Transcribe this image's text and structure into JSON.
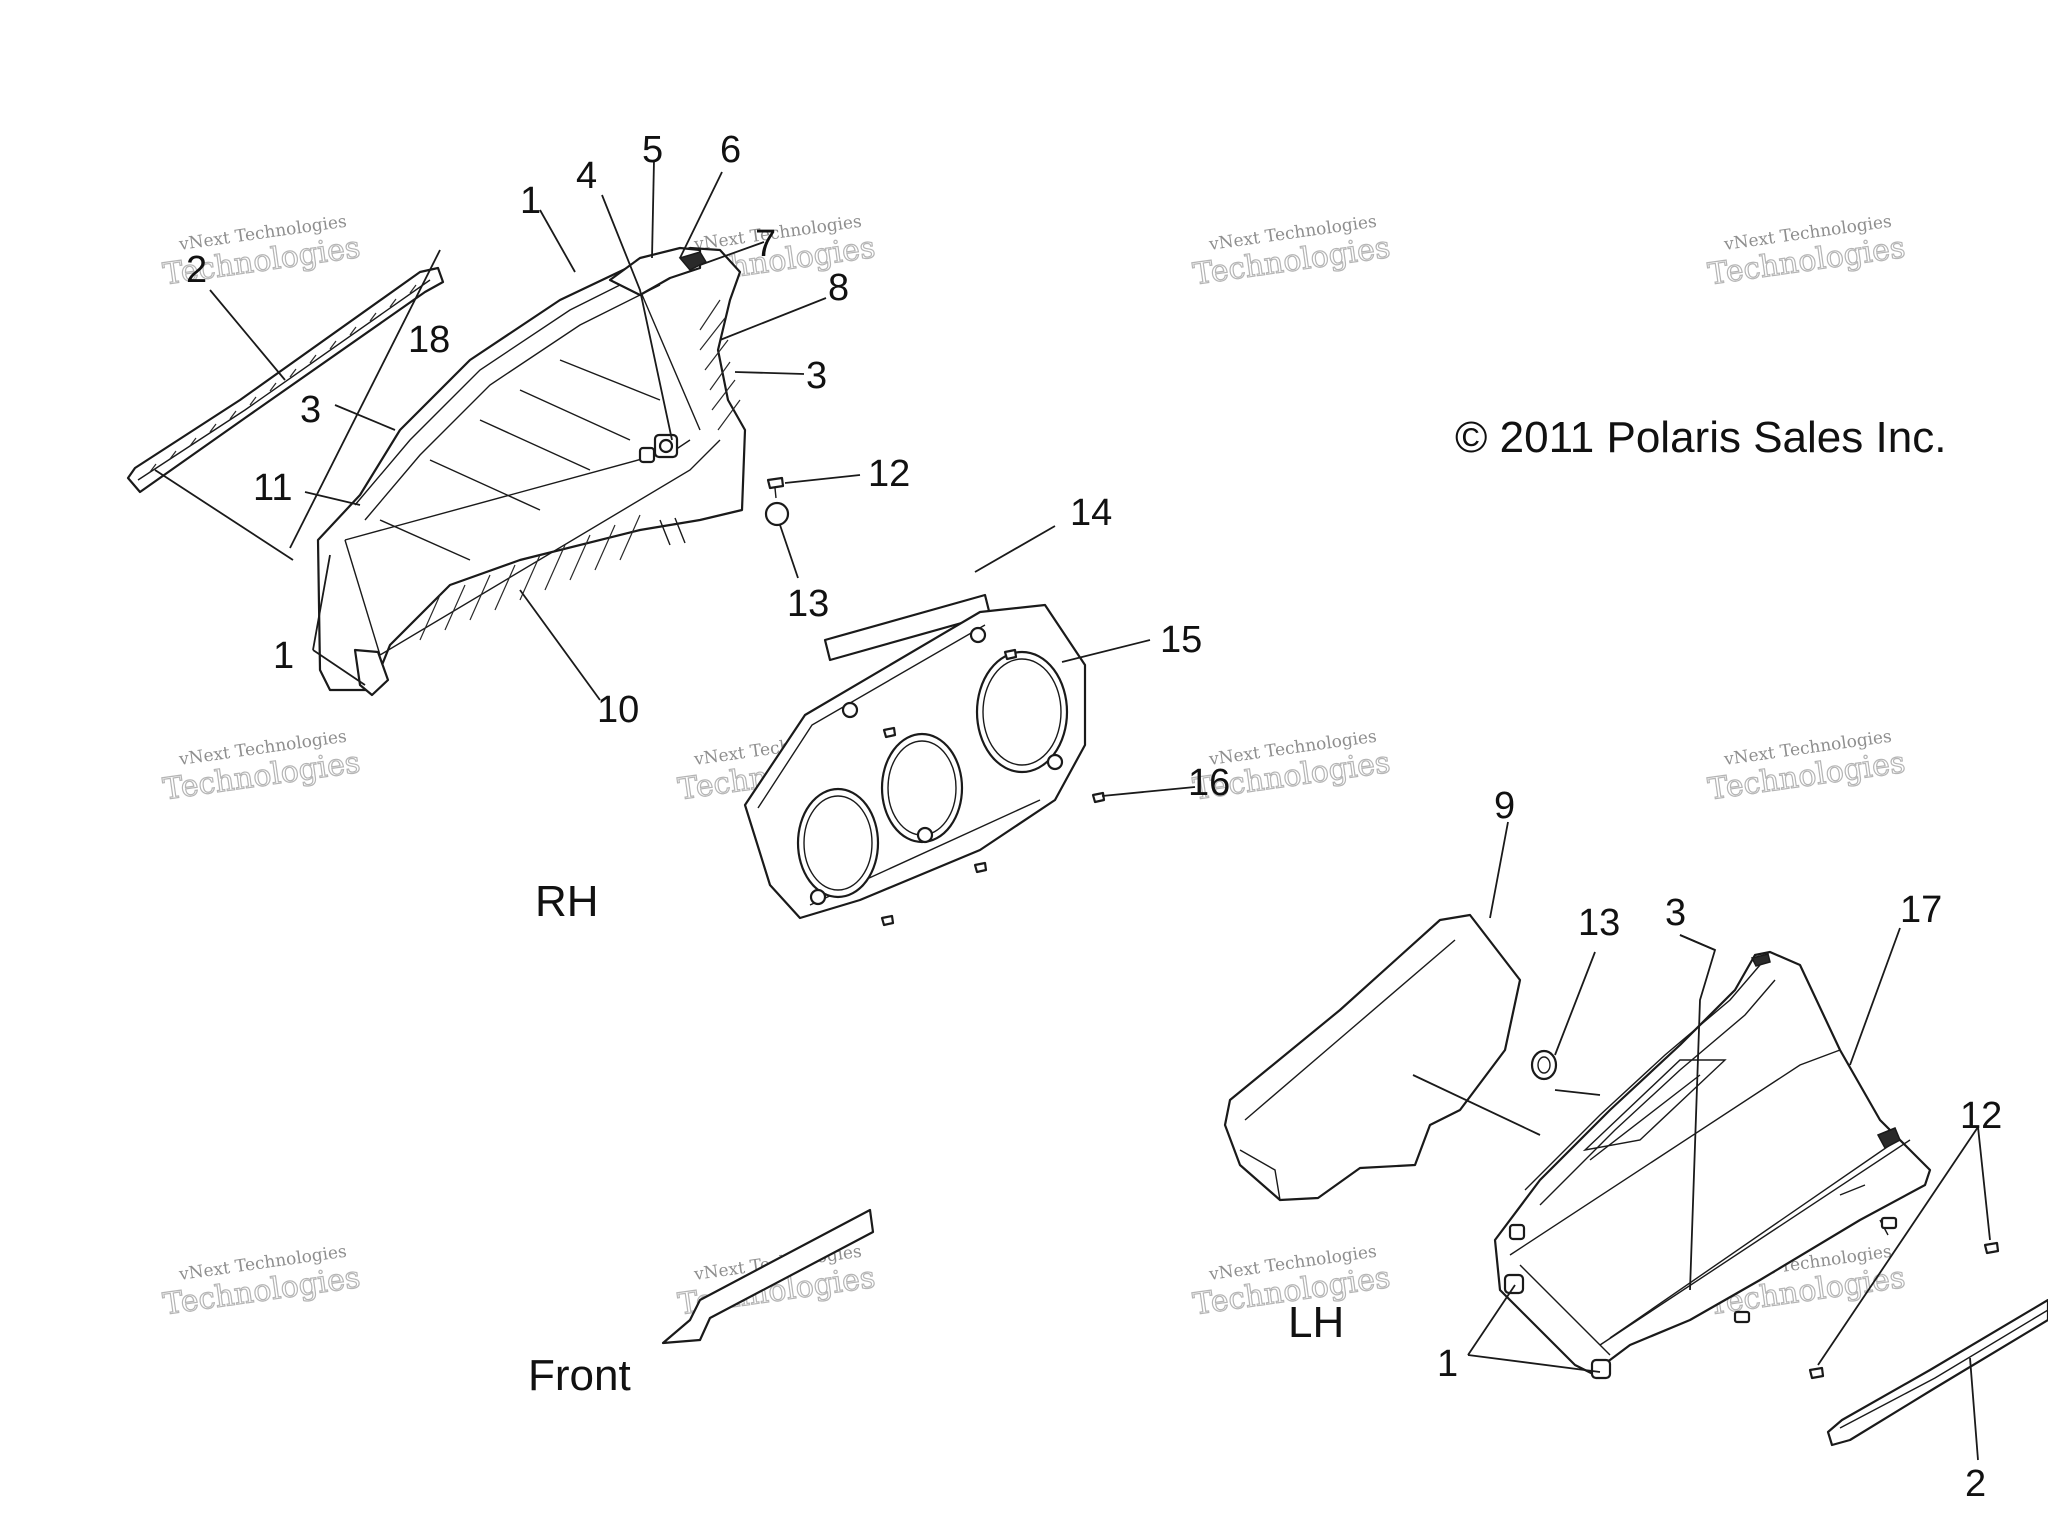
{
  "copyright": "© 2011 Polaris Sales Inc.",
  "view_labels": {
    "rh": "RH",
    "lh": "LH",
    "front": "Front"
  },
  "watermark": {
    "line1": "vNext Technologies",
    "line2": "Technologies"
  },
  "callouts": {
    "rh_1_top": "1",
    "rh_2": "2",
    "rh_3_left": "3",
    "rh_3_right": "3",
    "rh_4": "4",
    "rh_5": "5",
    "rh_6": "6",
    "rh_7": "7",
    "rh_8": "8",
    "rh_10": "10",
    "rh_11": "11",
    "rh_12": "12",
    "rh_13": "13",
    "rh_14": "14",
    "rh_15": "15",
    "rh_16": "16",
    "rh_18": "18",
    "rh_1_bottom": "1",
    "lh_9": "9",
    "lh_13": "13",
    "lh_3": "3",
    "lh_17": "17",
    "lh_12": "12",
    "lh_1": "1",
    "lh_2": "2"
  }
}
